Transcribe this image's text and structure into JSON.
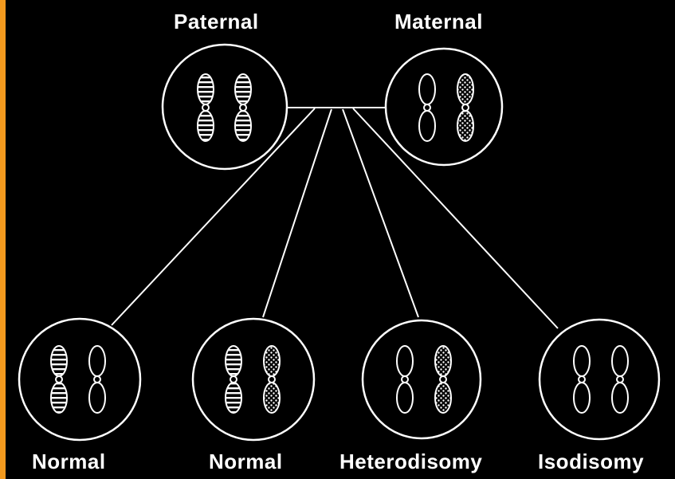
{
  "colors": {
    "background": "#000000",
    "line": "#ffffff",
    "edge_accent": "#f39a1e"
  },
  "labels": {
    "paternal": "Paternal",
    "maternal": "Maternal",
    "offspring": [
      "Normal",
      "Normal",
      "Heterodisomy",
      "Isodisomy"
    ]
  },
  "chromosome_patterns": {
    "paternal_parent": [
      "striped",
      "striped"
    ],
    "maternal_parent": [
      "plain",
      "dotted"
    ],
    "offspring": [
      [
        "striped",
        "plain"
      ],
      [
        "striped",
        "dotted"
      ],
      [
        "plain",
        "dotted"
      ],
      [
        "plain",
        "plain"
      ]
    ]
  }
}
